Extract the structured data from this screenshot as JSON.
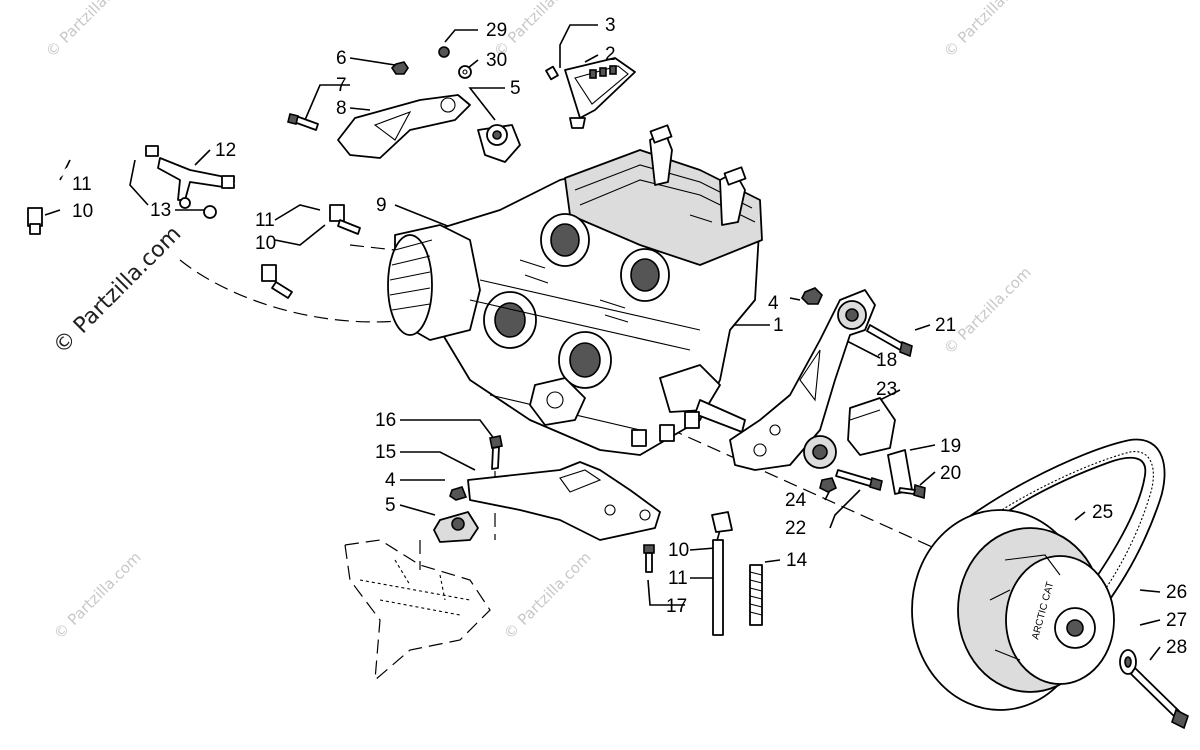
{
  "watermark": {
    "text": "© Partzilla.com",
    "side_text": "© Partzilla.com"
  },
  "callouts": [
    "1",
    "2",
    "3",
    "4",
    "5",
    "6",
    "7",
    "8",
    "9",
    "10",
    "11",
    "12",
    "13",
    "14",
    "15",
    "16",
    "17",
    "18",
    "19",
    "20",
    "21",
    "22",
    "23",
    "24",
    "25",
    "26",
    "27",
    "28",
    "29",
    "30"
  ],
  "labels": {
    "l29": "29",
    "l30": "30",
    "l3": "3",
    "l2": "2",
    "l5a": "5",
    "l6": "6",
    "l7": "7",
    "l8": "8",
    "l12": "12",
    "l11a": "11",
    "l10a": "10",
    "l13": "13",
    "l11b": "11",
    "l10b": "10",
    "l9": "9",
    "l4a": "4",
    "l1": "1",
    "l21": "21",
    "l18": "18",
    "l23": "23",
    "l16": "16",
    "l15": "15",
    "l4b": "4",
    "l5b": "5",
    "l19": "19",
    "l20": "20",
    "l24": "24",
    "l22": "22",
    "l25": "25",
    "l10c": "10",
    "l11c": "11",
    "l14": "14",
    "l17": "17",
    "l26": "26",
    "l27": "27",
    "l28": "28"
  },
  "clutch_text": "ARCTIC CAT",
  "colors": {
    "line": "#000000",
    "watermark": "#c8c8c8",
    "background": "#ffffff"
  }
}
